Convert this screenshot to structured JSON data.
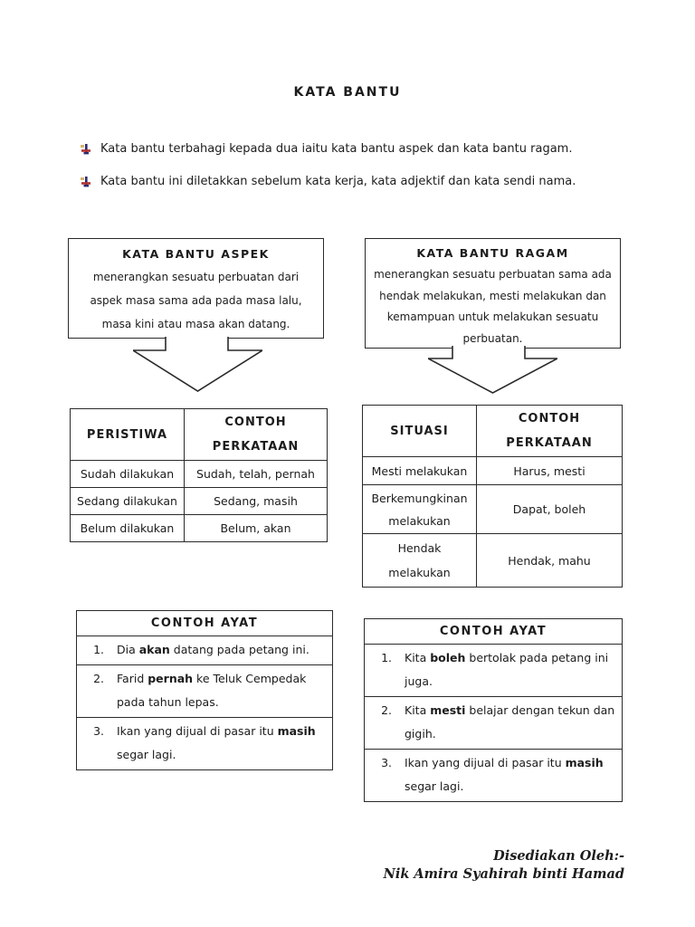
{
  "title": "KATA BANTU",
  "intro": {
    "bullets": [
      {
        "text": "Kata bantu terbahagi kepada dua iaitu kata bantu aspek dan kata bantu ragam."
      },
      {
        "text": "Kata bantu ini diletakkan sebelum kata kerja, kata adjektif dan kata sendi nama."
      }
    ]
  },
  "boxes": {
    "aspek": {
      "title": "KATA BANTU ASPEK",
      "body": "menerangkan sesuatu perbuatan dari aspek masa sama ada pada masa lalu, masa kini atau masa akan datang."
    },
    "ragam": {
      "title": "KATA BANTU RAGAM",
      "body": "menerangkan sesuatu perbuatan sama ada hendak melakukan, mesti melakukan dan kemampuan untuk melakukan sesuatu perbuatan."
    }
  },
  "aspek_table": {
    "col1_header": "PERISTIWA",
    "col2_header": "CONTOH\nPERKATAAN",
    "rows": [
      {
        "c1": "Sudah dilakukan",
        "c2": "Sudah, telah, pernah"
      },
      {
        "c1": "Sedang dilakukan",
        "c2": "Sedang, masih"
      },
      {
        "c1": "Belum dilakukan",
        "c2": "Belum, akan"
      }
    ]
  },
  "ragam_table": {
    "col1_header": "SITUASI",
    "col2_header": "CONTOH\nPERKATAAN",
    "rows": [
      {
        "c1": "Mesti melakukan",
        "c2": "Harus, mesti"
      },
      {
        "c1": "Berkemungkinan\nmelakukan",
        "c2": "Dapat, boleh"
      },
      {
        "c1": "Hendak\nmelakukan",
        "c2": "Hendak, mahu"
      }
    ]
  },
  "ayat_aspek": {
    "title": "CONTOH AYAT",
    "items": [
      {
        "num": "1.",
        "pre": "Dia ",
        "bold": "akan",
        "post": " datang pada petang ini."
      },
      {
        "num": "2.",
        "pre": "Farid ",
        "bold": "pernah",
        "post": " ke Teluk Cempedak pada tahun lepas."
      },
      {
        "num": "3.",
        "pre": "Ikan yang dijual di pasar itu ",
        "bold": "masih",
        "post": " segar lagi."
      }
    ]
  },
  "ayat_ragam": {
    "title": "CONTOH AYAT",
    "items": [
      {
        "num": "1.",
        "pre": "Kita ",
        "bold": "boleh",
        "post": " bertolak pada petang ini juga."
      },
      {
        "num": "2.",
        "pre": "Kita ",
        "bold": "mesti",
        "post": " belajar dengan tekun dan gigih."
      },
      {
        "num": "3.",
        "pre": "Ikan yang dijual di pasar itu ",
        "bold": "masih",
        "post": " segar lagi."
      }
    ]
  },
  "footer": {
    "line1": "Disediakan Oleh:-",
    "line2": "Nik Amira Syahirah binti Hamad"
  },
  "colors": {
    "ink": "#1c1c1c",
    "border": "#2a2a2a",
    "bullet_navy": "#2b2b70",
    "bullet_red": "#b03030",
    "bullet_gold": "#c9a24a"
  }
}
